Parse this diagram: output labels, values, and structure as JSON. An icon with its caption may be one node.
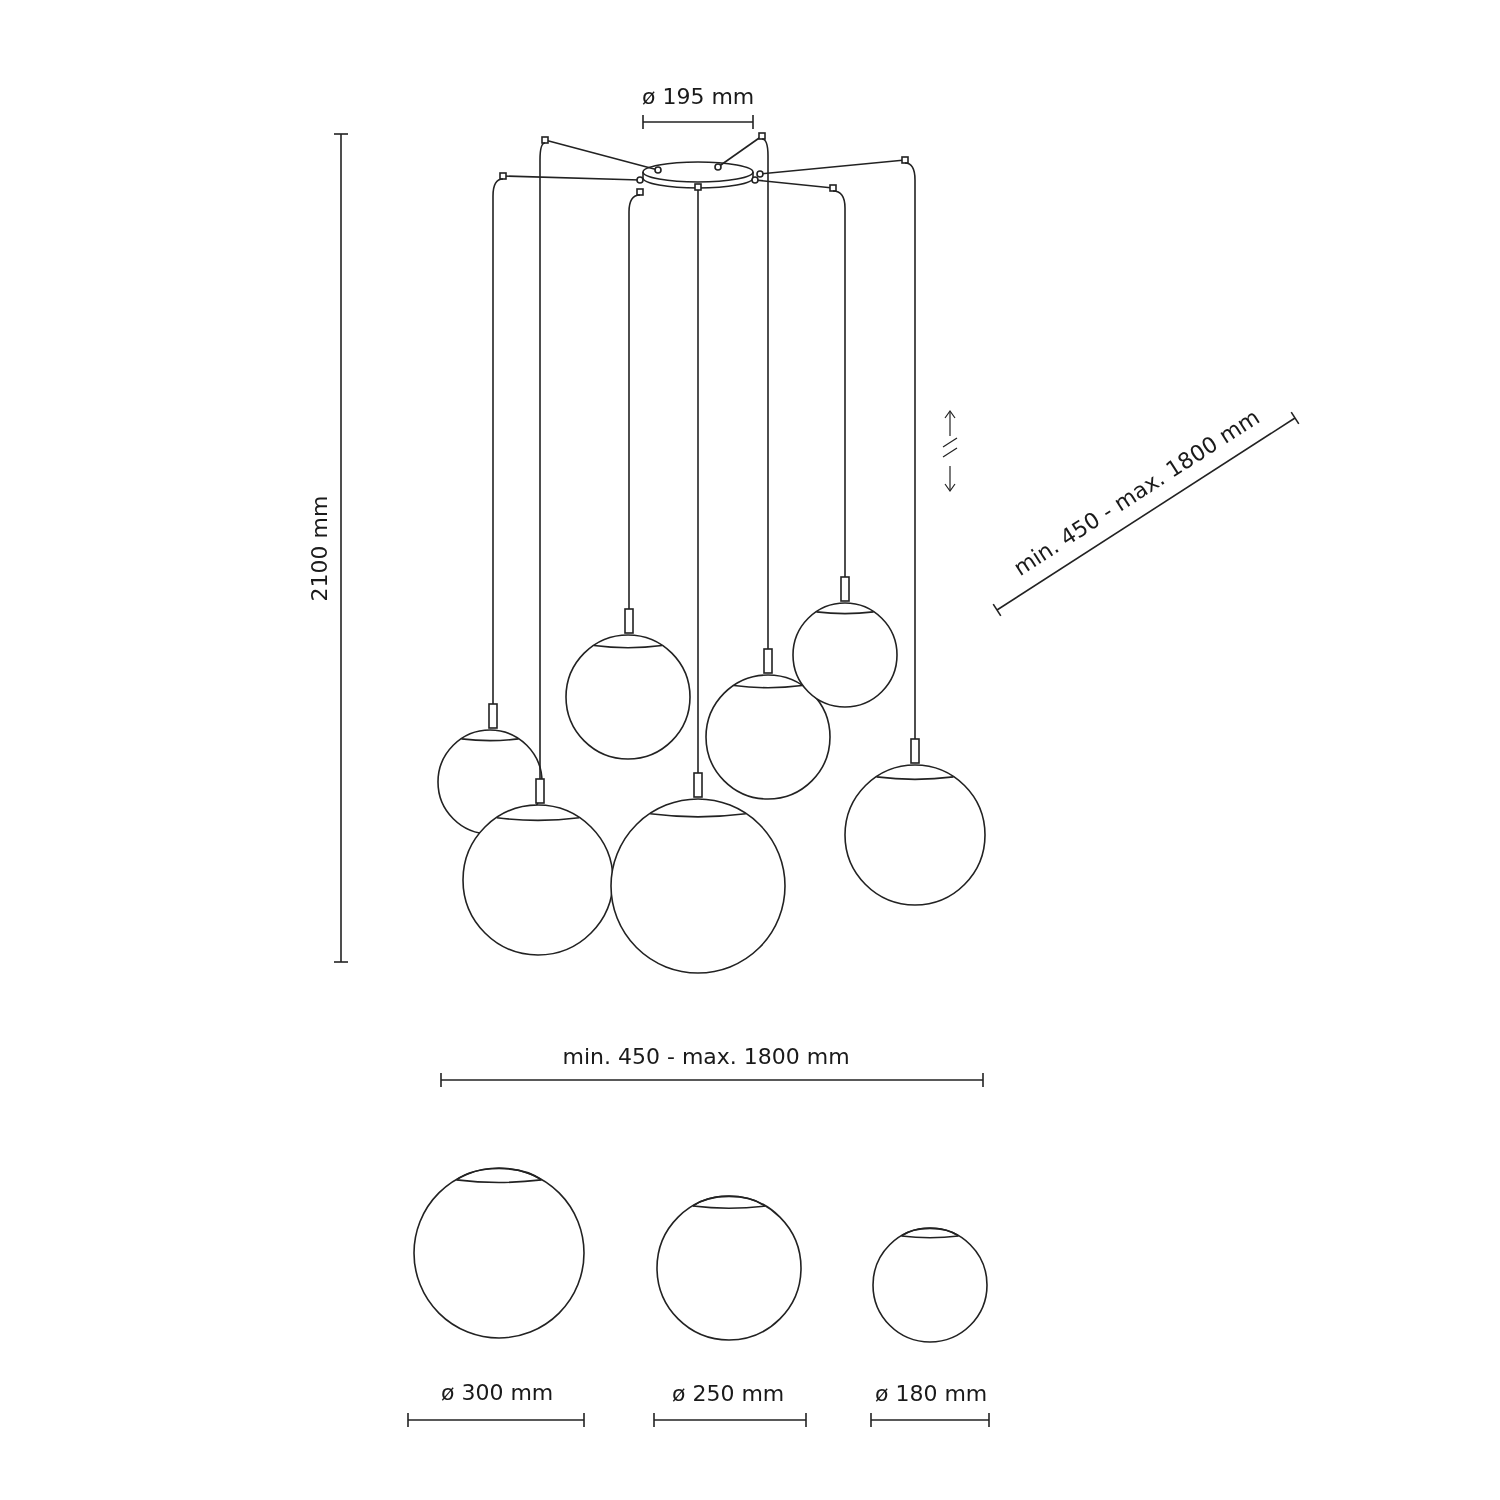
{
  "diagram": {
    "labels": [
      "ø 195 mm",
      "2100 mm",
      "min. 450 - max. 1800 mm",
      "min. 450 - max. 1800 mm",
      "ø 300 mm",
      "ø 250 mm",
      "ø 180 mm"
    ]
  }
}
